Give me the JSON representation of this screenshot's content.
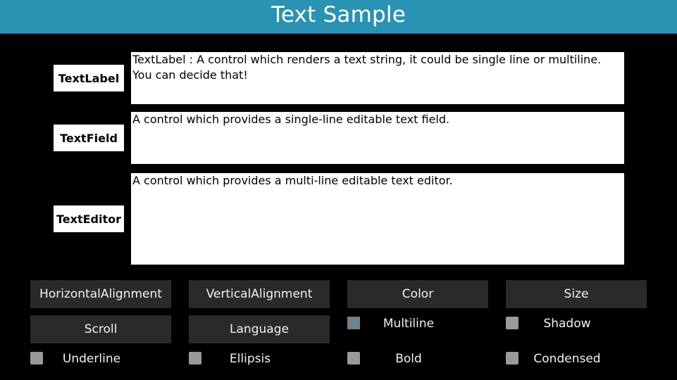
{
  "title": "Text Sample",
  "rows": [
    {
      "label": "TextLabel",
      "text": "TextLabel : A control which renders a text string, it could be single line or multiline. You can decide that!"
    },
    {
      "label": "TextField",
      "text": "A control which provides a single-line editable text field."
    },
    {
      "label": "TextEditor",
      "text": "A control which provides a multi-line editable text editor."
    }
  ],
  "buttons": {
    "horizontal_alignment": "HorizontalAlignment",
    "vertical_alignment": "VerticalAlignment",
    "color": "Color",
    "size": "Size",
    "scroll": "Scroll",
    "language": "Language"
  },
  "checkboxes": {
    "multiline": {
      "label": "Multiline",
      "checked": true
    },
    "shadow": {
      "label": "Shadow",
      "checked": false
    },
    "underline": {
      "label": "Underline",
      "checked": false
    },
    "ellipsis": {
      "label": "Ellipsis",
      "checked": false
    },
    "bold": {
      "label": "Bold",
      "checked": false
    },
    "condensed": {
      "label": "Condensed",
      "checked": false
    }
  },
  "colors": {
    "title_bar": "#2a92b2",
    "button_bg": "#2a2a2a",
    "check_accent": "#3b97c9"
  }
}
